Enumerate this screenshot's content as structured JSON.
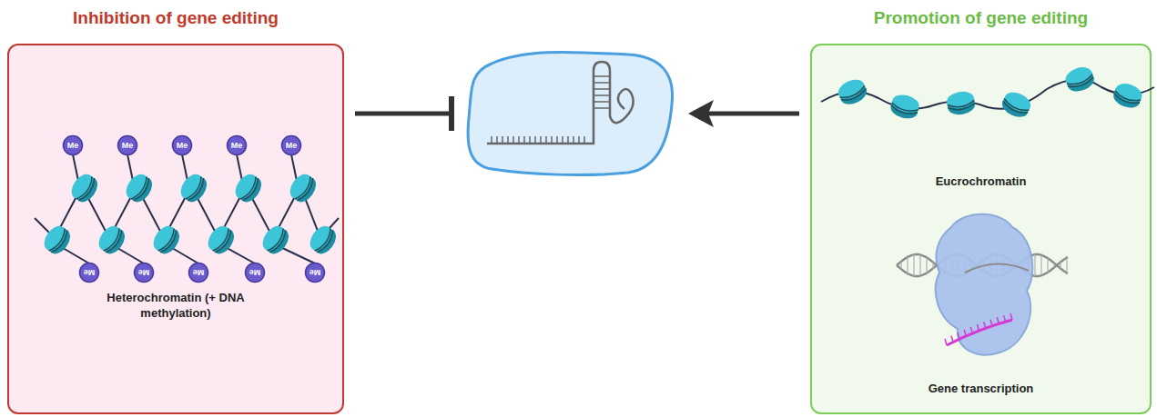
{
  "diagram": {
    "nodes": [
      {
        "text": [
          "Inhibition of gene editing",
          "Heterochromatin (+ DNA methylation)"
        ]
      },
      {
        "text": [
          "Promotion of gene editing",
          "Eucrochromatin",
          "Gene transcription"
        ]
      }
    ],
    "labels": [
      "Me",
      "Me",
      "Me",
      "Me",
      "Me",
      "Me",
      "Me",
      "Me",
      "Me",
      "Me"
    ]
  }
}
